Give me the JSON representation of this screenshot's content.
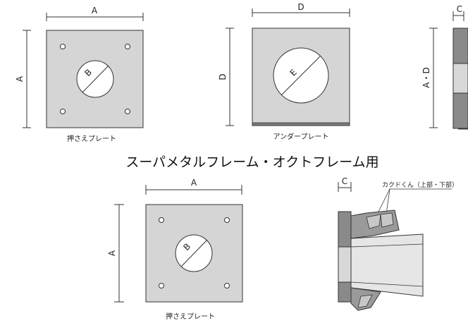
{
  "labels": {
    "A": "A",
    "B": "B",
    "C": "C",
    "D": "D",
    "E": "E",
    "AD": "A・D"
  },
  "captions": {
    "press_plate": "押さえプレート",
    "under_plate": "アンダープレート",
    "kakudokun": "カクドくん（上部・下部）"
  },
  "section_title": "スーパメタルフレーム・オクトフレーム用",
  "colors": {
    "plate_fill": "#d5d5d5",
    "plate_stroke": "#333333",
    "side_dark": "#8a8a8a",
    "side_light": "#d8d8d8",
    "under_strip": "#7a7a7a"
  }
}
